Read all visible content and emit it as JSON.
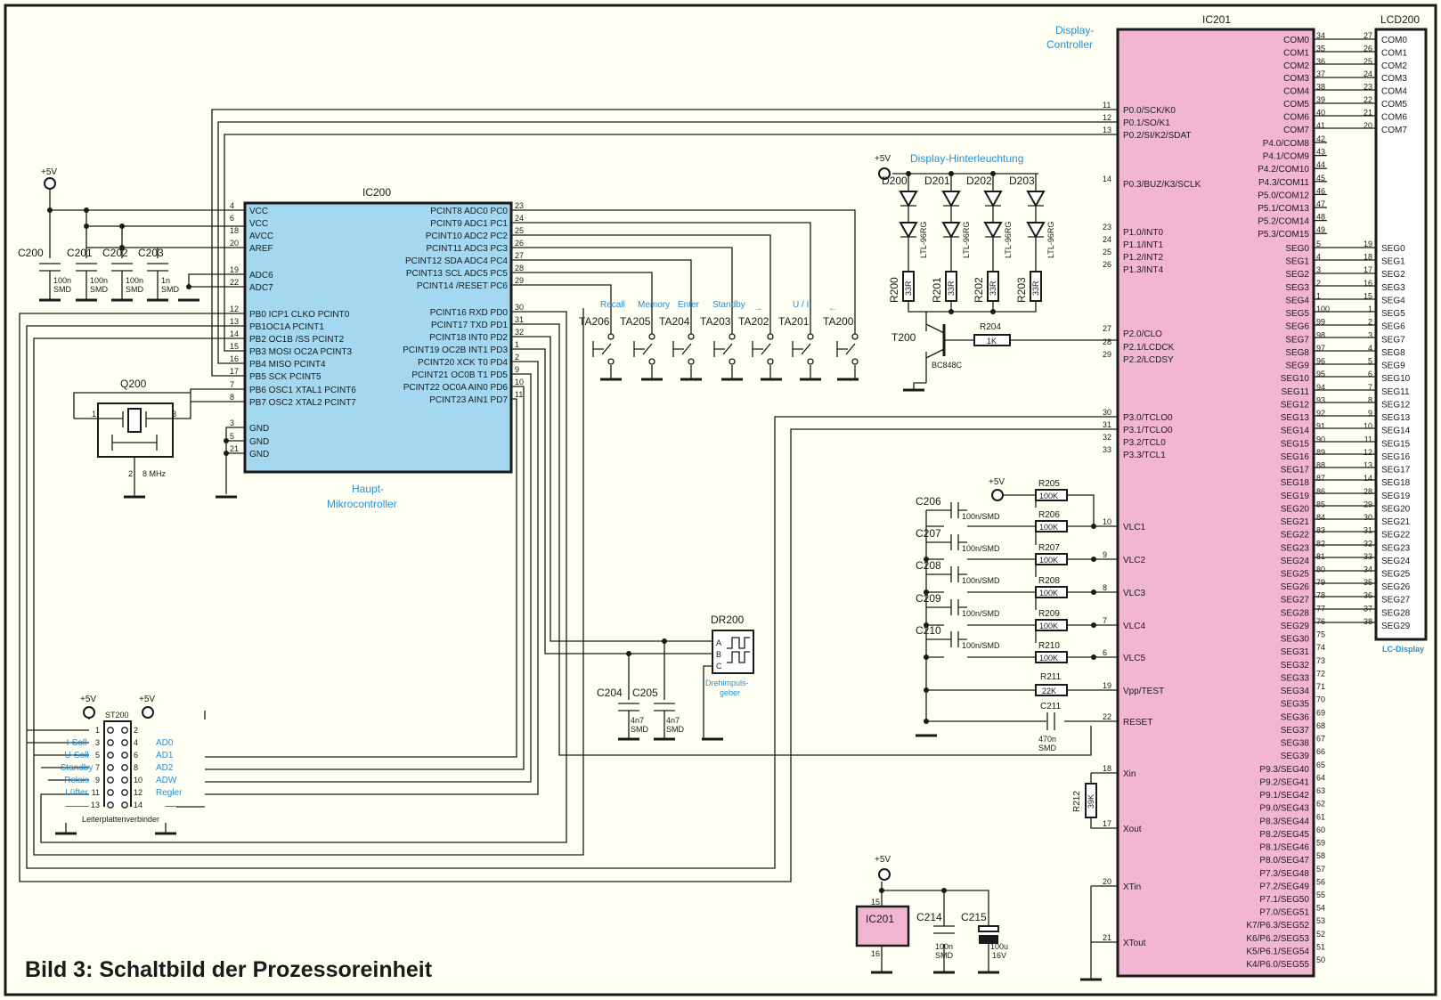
{
  "figure_title": "Bild 3: Schaltbild der Prozessoreinheit",
  "colors": {
    "mcu_fill": "#a4d8f0",
    "display_ctrl_fill": "#f2b6d0",
    "accent": "#2a8fd0",
    "line": "#1a1a1a",
    "background": "#fffef2"
  },
  "ic200": {
    "name": "IC200",
    "caption_1": "Haupt-",
    "caption_2": "Mikrocontroller",
    "left_pins": [
      {
        "num": "4",
        "label": "VCC"
      },
      {
        "num": "6",
        "label": "VCC"
      },
      {
        "num": "18",
        "label": "AVCC"
      },
      {
        "num": "20",
        "label": "AREF"
      },
      {
        "num": "19",
        "label": "ADC6"
      },
      {
        "num": "22",
        "label": "ADC7"
      },
      {
        "num": "12",
        "label": "PB0 ICP1 CLKO PCINT0"
      },
      {
        "num": "13",
        "label": "PB1OC1A PCINT1"
      },
      {
        "num": "14",
        "label": "PB2 OC1B /SS  PCINT2"
      },
      {
        "num": "15",
        "label": "PB3 MOSI OC2A PCINT3"
      },
      {
        "num": "16",
        "label": "PB4 MISO PCINT4"
      },
      {
        "num": "17",
        "label": "PB5 SCK PCINT5"
      },
      {
        "num": "7",
        "label": "PB6 OSC1 XTAL1 PCINT6"
      },
      {
        "num": "8",
        "label": "PB7 OSC2 XTAL2  PCINT7"
      },
      {
        "num": "3",
        "label": "GND"
      },
      {
        "num": "5",
        "label": "GND"
      },
      {
        "num": "21",
        "label": "GND"
      }
    ],
    "right_pins": [
      {
        "num": "23",
        "label": "PCINT8 ADC0 PC0"
      },
      {
        "num": "24",
        "label": "PCINT9 ADC1 PC1"
      },
      {
        "num": "25",
        "label": "PCINT10 ADC2 PC2"
      },
      {
        "num": "26",
        "label": "PCINT11 ADC3 PC3"
      },
      {
        "num": "27",
        "label": "PCINT12 SDA ADC4 PC4"
      },
      {
        "num": "28",
        "label": "PCINT13 SCL ADC5 PC5"
      },
      {
        "num": "29",
        "label": "PCINT14 /RESET PC6"
      },
      {
        "num": "30",
        "label": "PCINT16 RXD PD0"
      },
      {
        "num": "31",
        "label": "PCINT17 TXD PD1"
      },
      {
        "num": "32",
        "label": "PCINT18 INT0 PD2"
      },
      {
        "num": "1",
        "label": "PCINT19 OC2B INT1 PD3"
      },
      {
        "num": "2",
        "label": "PCINT20 XCK T0 PD4"
      },
      {
        "num": "9",
        "label": "PCINT21 OC0B T1 PD5"
      },
      {
        "num": "10",
        "label": "PCINT22 OC0A AIN0 PD6"
      },
      {
        "num": "11",
        "label": "PCINT23 AIN1 PD7"
      }
    ]
  },
  "ic201": {
    "name": "IC201",
    "caption_1": "Display-",
    "caption_2": "Controller",
    "left_pins": [
      {
        "num": "11",
        "label": "P0.0/SCK/K0"
      },
      {
        "num": "12",
        "label": "P0.1/SO/K1"
      },
      {
        "num": "13",
        "label": "P0.2/SI/K2/SDAT"
      },
      {
        "num": "14",
        "label": "P0.3/BUZ/K3/SCLK"
      },
      {
        "num": "23",
        "label": "P1.0/INT0"
      },
      {
        "num": "24",
        "label": "P1.1/INT1"
      },
      {
        "num": "25",
        "label": "P1.2/INT2"
      },
      {
        "num": "26",
        "label": "P1.3/INT4"
      },
      {
        "num": "27",
        "label": "P2.0/CLO"
      },
      {
        "num": "28",
        "label": "P2.1/LCDCK"
      },
      {
        "num": "29",
        "label": "P2.2/LCDSY"
      },
      {
        "num": "30",
        "label": "P3.0/TCLO0"
      },
      {
        "num": "31",
        "label": "P3.1/TCLO0"
      },
      {
        "num": "32",
        "label": "P3.2/TCL0"
      },
      {
        "num": "33",
        "label": "P3.3/TCL1"
      },
      {
        "num": "10",
        "label": "VLC1"
      },
      {
        "num": "9",
        "label": "VLC2"
      },
      {
        "num": "8",
        "label": "VLC3"
      },
      {
        "num": "7",
        "label": "VLC4"
      },
      {
        "num": "6",
        "label": "VLC5"
      },
      {
        "num": "19",
        "label": "Vpp/TEST"
      },
      {
        "num": "22",
        "label": "RESET"
      },
      {
        "num": "18",
        "label": "Xin"
      },
      {
        "num": "17",
        "label": "Xout"
      },
      {
        "num": "20",
        "label": "XTin"
      },
      {
        "num": "21",
        "label": "XTout"
      }
    ],
    "right_pins": [
      {
        "num": "34",
        "label": "COM0"
      },
      {
        "num": "35",
        "label": "COM1"
      },
      {
        "num": "36",
        "label": "COM2"
      },
      {
        "num": "37",
        "label": "COM3"
      },
      {
        "num": "38",
        "label": "COM4"
      },
      {
        "num": "39",
        "label": "COM5"
      },
      {
        "num": "40",
        "label": "COM6"
      },
      {
        "num": "41",
        "label": "COM7"
      },
      {
        "num": "42",
        "label": "P4.0/COM8"
      },
      {
        "num": "43",
        "label": "P4.1/COM9"
      },
      {
        "num": "44",
        "label": "P4.2/COM10"
      },
      {
        "num": "45",
        "label": "P4.3/COM11"
      },
      {
        "num": "46",
        "label": "P5.0/COM12"
      },
      {
        "num": "47",
        "label": "P5.1/COM13"
      },
      {
        "num": "48",
        "label": "P5.2/COM14"
      },
      {
        "num": "49",
        "label": "P5.3/COM15"
      },
      {
        "num": "5",
        "label": "SEG0"
      },
      {
        "num": "4",
        "label": "SEG1"
      },
      {
        "num": "3",
        "label": "SEG2"
      },
      {
        "num": "2",
        "label": "SEG3"
      },
      {
        "num": "1",
        "label": "SEG4"
      },
      {
        "num": "100",
        "label": "SEG5"
      },
      {
        "num": "99",
        "label": "SEG6"
      },
      {
        "num": "98",
        "label": "SEG7"
      },
      {
        "num": "97",
        "label": "SEG8"
      },
      {
        "num": "96",
        "label": "SEG9"
      },
      {
        "num": "95",
        "label": "SEG10"
      },
      {
        "num": "94",
        "label": "SEG11"
      },
      {
        "num": "93",
        "label": "SEG12"
      },
      {
        "num": "92",
        "label": "SEG13"
      },
      {
        "num": "91",
        "label": "SEG14"
      },
      {
        "num": "90",
        "label": "SEG15"
      },
      {
        "num": "89",
        "label": "SEG16"
      },
      {
        "num": "88",
        "label": "SEG17"
      },
      {
        "num": "87",
        "label": "SEG18"
      },
      {
        "num": "86",
        "label": "SEG19"
      },
      {
        "num": "85",
        "label": "SEG20"
      },
      {
        "num": "84",
        "label": "SEG21"
      },
      {
        "num": "83",
        "label": "SEG22"
      },
      {
        "num": "82",
        "label": "SEG23"
      },
      {
        "num": "81",
        "label": "SEG24"
      },
      {
        "num": "80",
        "label": "SEG25"
      },
      {
        "num": "79",
        "label": "SEG26"
      },
      {
        "num": "78",
        "label": "SEG27"
      },
      {
        "num": "77",
        "label": "SEG28"
      },
      {
        "num": "76",
        "label": "SEG29"
      },
      {
        "num": "75",
        "label": "SEG30"
      },
      {
        "num": "74",
        "label": "SEG31"
      },
      {
        "num": "73",
        "label": "SEG32"
      },
      {
        "num": "72",
        "label": "SEG33"
      },
      {
        "num": "71",
        "label": "SEG34"
      },
      {
        "num": "70",
        "label": "SEG35"
      },
      {
        "num": "69",
        "label": "SEG36"
      },
      {
        "num": "68",
        "label": "SEG37"
      },
      {
        "num": "67",
        "label": "SEG38"
      },
      {
        "num": "66",
        "label": "SEG39"
      },
      {
        "num": "65",
        "label": "P9.3/SEG40"
      },
      {
        "num": "64",
        "label": "P9.2/SEG41"
      },
      {
        "num": "63",
        "label": "P9.1/SEG42"
      },
      {
        "num": "62",
        "label": "P9.0/SEG43"
      },
      {
        "num": "61",
        "label": "P8.3/SEG44"
      },
      {
        "num": "60",
        "label": "P8.2/SEG45"
      },
      {
        "num": "59",
        "label": "P8.1/SEG46"
      },
      {
        "num": "58",
        "label": "P8.0/SEG47"
      },
      {
        "num": "57",
        "label": "P7.3/SEG48"
      },
      {
        "num": "56",
        "label": "P7.2/SEG49"
      },
      {
        "num": "55",
        "label": "P7.1/SEG50"
      },
      {
        "num": "54",
        "label": "P7.0/SEG51"
      },
      {
        "num": "53",
        "label": "K7/P6.3/SEG52"
      },
      {
        "num": "52",
        "label": "K6/P6.2/SEG53"
      },
      {
        "num": "51",
        "label": "K5/P6.1/SEG54"
      },
      {
        "num": "50",
        "label": "K4/P6.0/SEG55"
      }
    ]
  },
  "lcd": {
    "name": "LCD200",
    "caption": "LC-Display",
    "pins": [
      {
        "num": "27",
        "label": "COM0"
      },
      {
        "num": "26",
        "label": "COM1"
      },
      {
        "num": "25",
        "label": "COM2"
      },
      {
        "num": "24",
        "label": "COM3"
      },
      {
        "num": "23",
        "label": "COM4"
      },
      {
        "num": "22",
        "label": "COM5"
      },
      {
        "num": "21",
        "label": "COM6"
      },
      {
        "num": "20",
        "label": "COM7"
      },
      {
        "num": "19",
        "label": "SEG0"
      },
      {
        "num": "18",
        "label": "SEG1"
      },
      {
        "num": "17",
        "label": "SEG2"
      },
      {
        "num": "16",
        "label": "SEG3"
      },
      {
        "num": "15",
        "label": "SEG4"
      },
      {
        "num": "1",
        "label": "SEG5"
      },
      {
        "num": "2",
        "label": "SEG6"
      },
      {
        "num": "3",
        "label": "SEG7"
      },
      {
        "num": "4",
        "label": "SEG8"
      },
      {
        "num": "5",
        "label": "SEG9"
      },
      {
        "num": "6",
        "label": "SEG10"
      },
      {
        "num": "7",
        "label": "SEG11"
      },
      {
        "num": "8",
        "label": "SEG12"
      },
      {
        "num": "9",
        "label": "SEG13"
      },
      {
        "num": "10",
        "label": "SEG14"
      },
      {
        "num": "11",
        "label": "SEG15"
      },
      {
        "num": "12",
        "label": "SEG16"
      },
      {
        "num": "13",
        "label": "SEG17"
      },
      {
        "num": "14",
        "label": "SEG18"
      },
      {
        "num": "28",
        "label": "SEG19"
      },
      {
        "num": "29",
        "label": "SEG20"
      },
      {
        "num": "30",
        "label": "SEG21"
      },
      {
        "num": "31",
        "label": "SEG22"
      },
      {
        "num": "32",
        "label": "SEG23"
      },
      {
        "num": "33",
        "label": "SEG24"
      },
      {
        "num": "34",
        "label": "SEG25"
      },
      {
        "num": "35",
        "label": "SEG26"
      },
      {
        "num": "36",
        "label": "SEG27"
      },
      {
        "num": "37",
        "label": "SEG28"
      },
      {
        "num": "38",
        "label": "SEG29"
      }
    ]
  },
  "supply": "+5V",
  "caps_top": [
    {
      "ref": "C200",
      "v1": "100n",
      "v2": "SMD"
    },
    {
      "ref": "C201",
      "v1": "100n",
      "v2": "SMD"
    },
    {
      "ref": "C202",
      "v1": "100n",
      "v2": "SMD"
    },
    {
      "ref": "C203",
      "v1": "1n",
      "v2": "SMD"
    }
  ],
  "crystal": {
    "ref": "Q200",
    "freq": "8 MHz",
    "p1": "1",
    "p2": "2",
    "p3": "3"
  },
  "buttons": [
    {
      "ref": "TA206",
      "func": "Recall"
    },
    {
      "ref": "TA205",
      "func": "Memory"
    },
    {
      "ref": "TA204",
      "func": "Enter"
    },
    {
      "ref": "TA203",
      "func": "Standby"
    },
    {
      "ref": "TA202",
      "func": "→"
    },
    {
      "ref": "TA201",
      "func": "U / I"
    },
    {
      "ref": "TA200",
      "func": "←"
    }
  ],
  "backlight": {
    "title": "Display-Hinterleuchtung",
    "led_type": "LTL-96RG",
    "leds": [
      "D200",
      "D201",
      "D202",
      "D203"
    ],
    "resistors": [
      {
        "ref": "R200",
        "val": "33R"
      },
      {
        "ref": "R201",
        "val": "33R"
      },
      {
        "ref": "R202",
        "val": "33R"
      },
      {
        "ref": "R203",
        "val": "33R"
      }
    ],
    "transistor": "T200",
    "transistor_type": "BC848C",
    "base_res": {
      "ref": "R204",
      "val": "1K"
    }
  },
  "bias": {
    "caps": [
      {
        "ref": "C206",
        "val": "100n/SMD"
      },
      {
        "ref": "C207",
        "val": "100n/SMD"
      },
      {
        "ref": "C208",
        "val": "100n/SMD"
      },
      {
        "ref": "C209",
        "val": "100n/SMD"
      },
      {
        "ref": "C210",
        "val": "100n/SMD"
      }
    ],
    "res": [
      {
        "ref": "R205",
        "val": "100K"
      },
      {
        "ref": "R206",
        "val": "100K"
      },
      {
        "ref": "R207",
        "val": "100K"
      },
      {
        "ref": "R208",
        "val": "100K"
      },
      {
        "ref": "R209",
        "val": "100K"
      },
      {
        "ref": "R210",
        "val": "100K"
      }
    ],
    "r211": {
      "ref": "R211",
      "val": "22K"
    },
    "c211": {
      "ref": "C211",
      "v1": "470n",
      "v2": "SMD"
    },
    "r212": {
      "ref": "R212",
      "val": "39K"
    }
  },
  "encoder": {
    "ref": "DR200",
    "caption_1": "Drehimpuls-",
    "caption_2": "geber",
    "pa": "A",
    "pb": "B",
    "pc": "C"
  },
  "enc_caps": [
    {
      "ref": "C204",
      "v1": "4n7",
      "v2": "SMD"
    },
    {
      "ref": "C205",
      "v1": "4n7",
      "v2": "SMD"
    }
  ],
  "connector": {
    "ref": "ST200",
    "caption": "Leiterplattenverbinder",
    "left": [
      {
        "num": "1",
        "sig": ""
      },
      {
        "num": "3",
        "sig": "I-Soll"
      },
      {
        "num": "5",
        "sig": "U-Soll"
      },
      {
        "num": "7",
        "sig": "Standby"
      },
      {
        "num": "9",
        "sig": "Relais"
      },
      {
        "num": "11",
        "sig": "Lüfter"
      },
      {
        "num": "13",
        "sig": ""
      }
    ],
    "right": [
      {
        "num": "2",
        "sig": ""
      },
      {
        "num": "4",
        "sig": "AD0"
      },
      {
        "num": "6",
        "sig": "AD1"
      },
      {
        "num": "8",
        "sig": "AD2"
      },
      {
        "num": "10",
        "sig": "ADW"
      },
      {
        "num": "12",
        "sig": "Regler"
      },
      {
        "num": "14",
        "sig": ""
      }
    ]
  },
  "supply_bottom": {
    "ic": "IC201",
    "pin_vcc": "15",
    "pin_gnd": "16",
    "c214": {
      "ref": "C214",
      "v1": "100n",
      "v2": "SMD"
    },
    "c215": {
      "ref": "C215",
      "v1": "100u",
      "v2": "16V"
    }
  }
}
